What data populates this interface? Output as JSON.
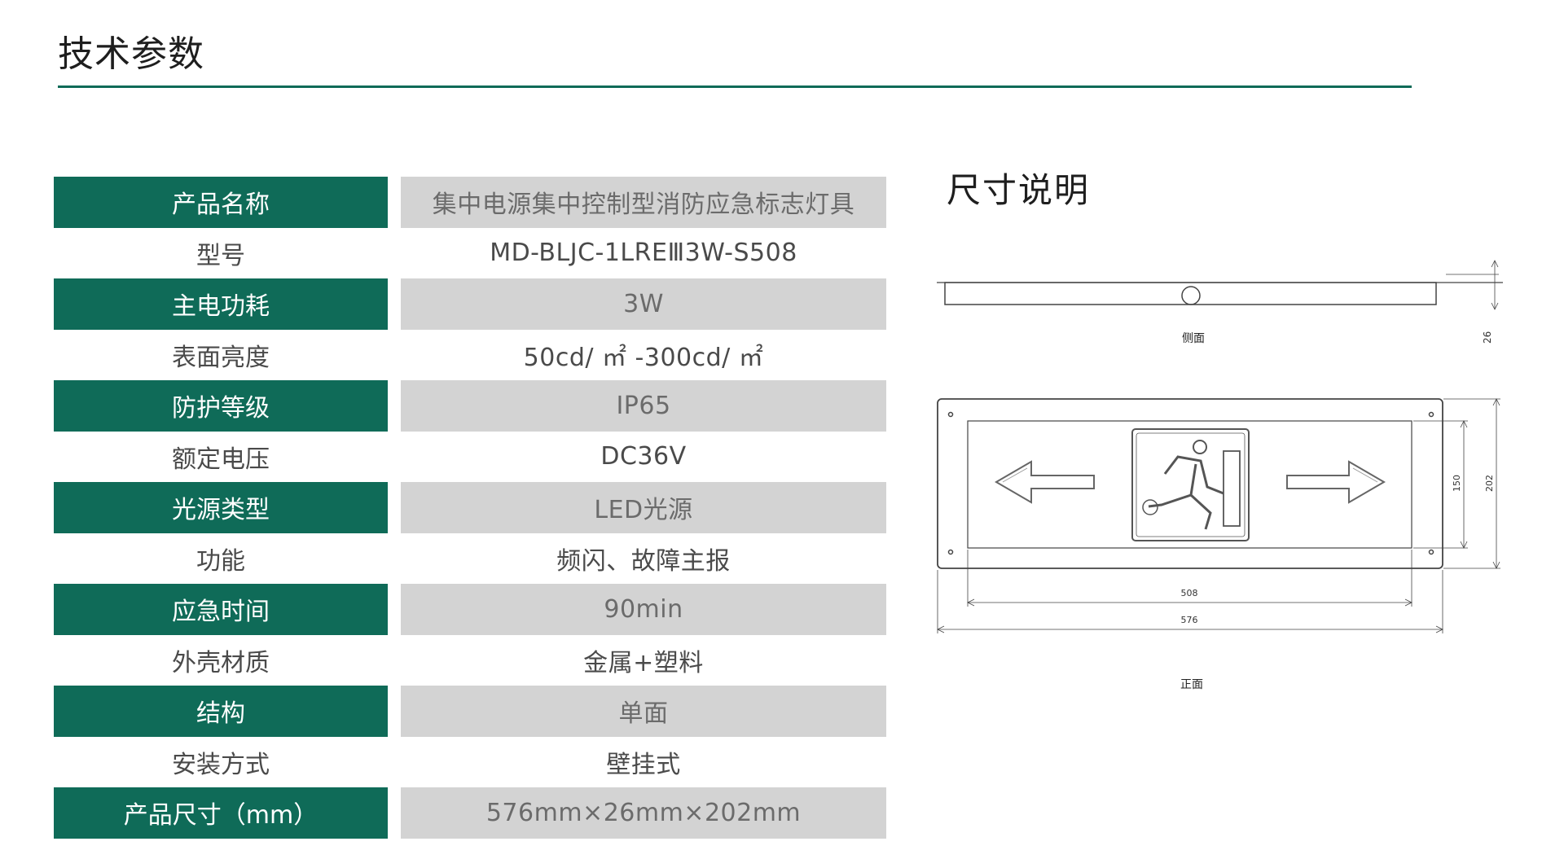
{
  "page": {
    "title": "技术参数"
  },
  "specs": [
    {
      "label": "产品名称",
      "value": "集中电源集中控制型消防应急标志灯具"
    },
    {
      "label": "型号",
      "value": "MD-BLJC-1LREⅢ3W-S508"
    },
    {
      "label": "主电功耗",
      "value": "3W"
    },
    {
      "label": "表面亮度",
      "value": "50cd/ ㎡ -300cd/ ㎡"
    },
    {
      "label": "防护等级",
      "value": "IP65"
    },
    {
      "label": "额定电压",
      "value": "DC36V"
    },
    {
      "label": "光源类型",
      "value": "LED光源"
    },
    {
      "label": "功能",
      "value": "频闪、故障主报"
    },
    {
      "label": "应急时间",
      "value": "90min"
    },
    {
      "label": "外壳材质",
      "value": "金属+塑料"
    },
    {
      "label": "结构",
      "value": "单面"
    },
    {
      "label": "安装方式",
      "value": "壁挂式"
    },
    {
      "label": "产品尺寸（mm）",
      "value": "576mm×26mm×202mm"
    }
  ],
  "dimensions": {
    "title": "尺寸说明",
    "side_view_label": "侧面",
    "front_view_label": "正面",
    "depth": "26",
    "inner_height": "150",
    "outer_height": "202",
    "inner_width": "508",
    "outer_width": "576"
  },
  "colors": {
    "brand_green": "#0f6b58",
    "value_gray": "#d3d3d3",
    "line": "#444444"
  },
  "icons": [
    "arrow-left-icon",
    "running-man-exit-icon",
    "arrow-right-icon"
  ]
}
